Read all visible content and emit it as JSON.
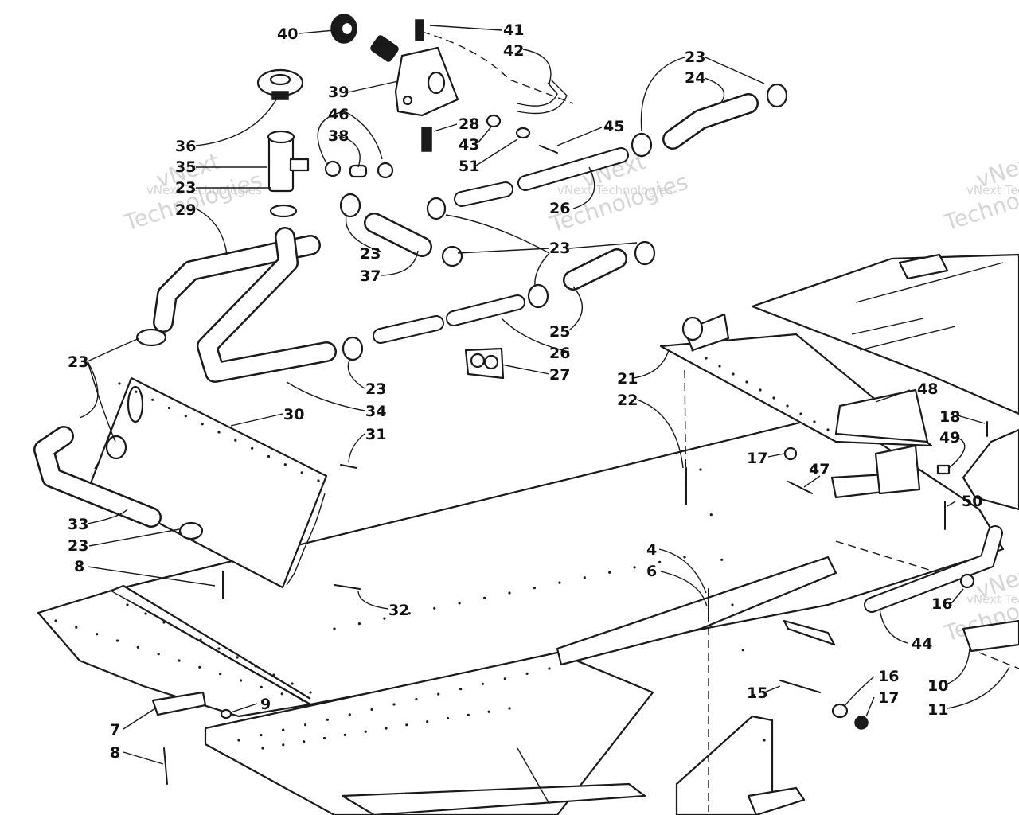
{
  "labels": {
    "l40": "40",
    "l41": "41",
    "l42": "42",
    "l39": "39",
    "l36": "36",
    "l28": "28",
    "l43": "43",
    "l51": "51",
    "l45": "45",
    "l46": "46",
    "l38": "38",
    "l35": "35",
    "l23": "23",
    "l29": "29",
    "l24": "24",
    "l26": "26",
    "l37": "37",
    "l25": "25",
    "l27": "27",
    "l34": "34",
    "l21": "21",
    "l22": "22",
    "l30": "30",
    "l31": "31",
    "l33": "33",
    "l8": "8",
    "l32": "32",
    "l48": "48",
    "l18": "18",
    "l49": "49",
    "l17": "17",
    "l47": "47",
    "l50": "50",
    "l4": "4",
    "l6": "6",
    "l16": "16",
    "l44": "44",
    "l10": "10",
    "l11": "11",
    "l15": "15",
    "l7": "7",
    "l9": "9"
  },
  "watermarks": {
    "w1": "vNext",
    "w2": "Technologies",
    "w3": "vNext Technologies"
  },
  "colors": {
    "ink": "#1a1a1a",
    "paper": "#ffffff",
    "watermark": "#c4c4c4"
  }
}
